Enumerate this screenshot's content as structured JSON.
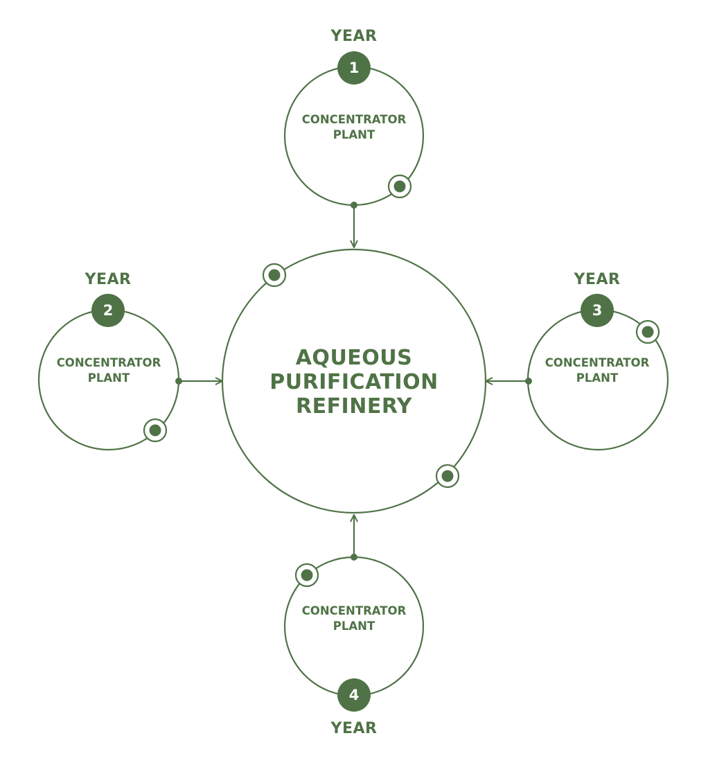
{
  "diagram": {
    "center": {
      "lines": [
        "AQUEOUS",
        "PURIFICATION",
        "REFINERY"
      ]
    },
    "plants": [
      {
        "year_label": "YEAR",
        "number": "1",
        "lines": [
          "CONCENTRATOR",
          "PLANT"
        ]
      },
      {
        "year_label": "YEAR",
        "number": "2",
        "lines": [
          "CONCENTRATOR",
          "PLANT"
        ]
      },
      {
        "year_label": "YEAR",
        "number": "3",
        "lines": [
          "CONCENTRATOR",
          "PLANT"
        ]
      },
      {
        "year_label": "YEAR",
        "number": "4",
        "lines": [
          "CONCENTRATOR",
          "PLANT"
        ]
      }
    ],
    "colors": {
      "primary": "#4f7346",
      "badge_text": "#ffffff",
      "background": "#ffffff"
    }
  }
}
